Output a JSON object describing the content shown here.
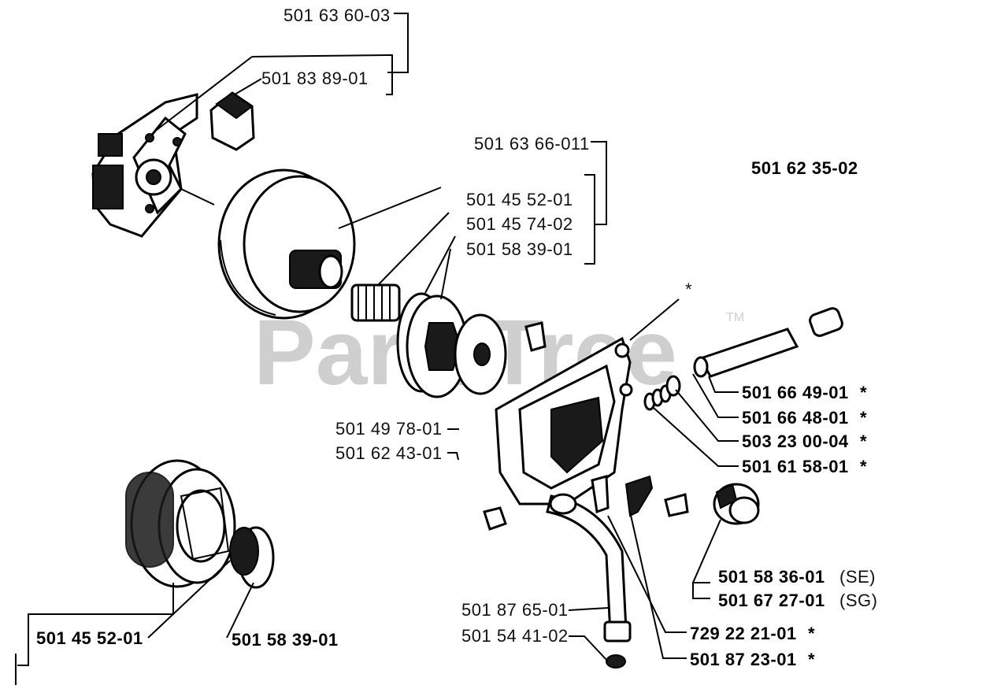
{
  "diagram": {
    "assembly_number": "501 62 35-02",
    "watermark": "PartsTree",
    "trademark": "TM",
    "labels": {
      "l1": "501 63 60-03",
      "l2": "501 83 89-01",
      "l3": "501 63 66-011",
      "l4": "501 45 52-01",
      "l5": "501 45 74-02",
      "l6": "501 58 39-01",
      "l7": "501 49 78-01",
      "l8": "501 62 43-01",
      "l9": "501 66 49-01",
      "l10": "501 66 48-01",
      "l11": "503 23 00-04",
      "l12": "501 61 58-01",
      "l13": "501 58 36-01",
      "l14": "501 67 27-01",
      "l15": "501 87 65-01",
      "l16": "501 54 41-02",
      "l17": "729 22 21-01",
      "l18": "501 87 23-01",
      "l19": "501 45 52-01",
      "l20": "501 58 39-01"
    },
    "suffix": {
      "se": "(SE)",
      "sg": "(SG)"
    },
    "marks": {
      "asterisk": "*"
    }
  }
}
